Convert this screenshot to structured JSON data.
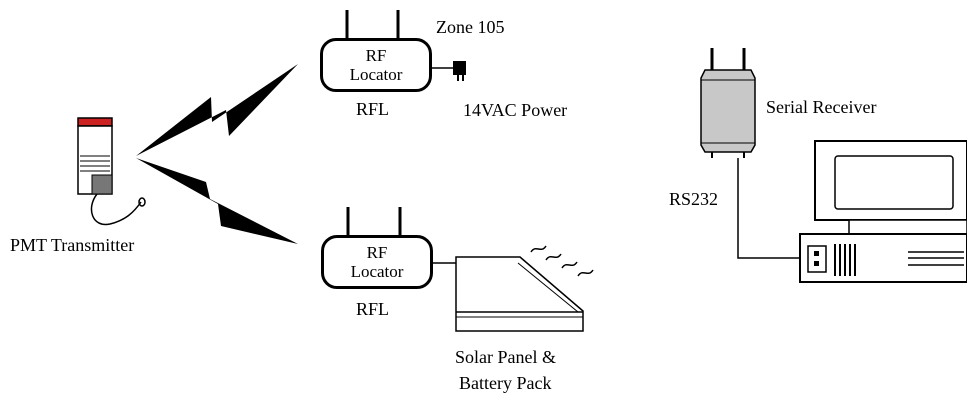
{
  "diagram": {
    "transmitter_label": "PMT Transmitter",
    "zone_label": "Zone 105",
    "power_label": "14VAC Power",
    "rfl_top": {
      "line1": "RF",
      "line2": "Locator",
      "caption": "RFL"
    },
    "rfl_bottom": {
      "line1": "RF",
      "line2": "Locator",
      "caption": "RFL"
    },
    "solar_label_line1": "Solar Panel &",
    "solar_label_line2": "Battery Pack",
    "receiver_label": "Serial Receiver",
    "rs232_label": "RS232"
  },
  "colors": {
    "transmitter_cap": "#cc2222",
    "receiver_body": "#c8c8c8"
  }
}
